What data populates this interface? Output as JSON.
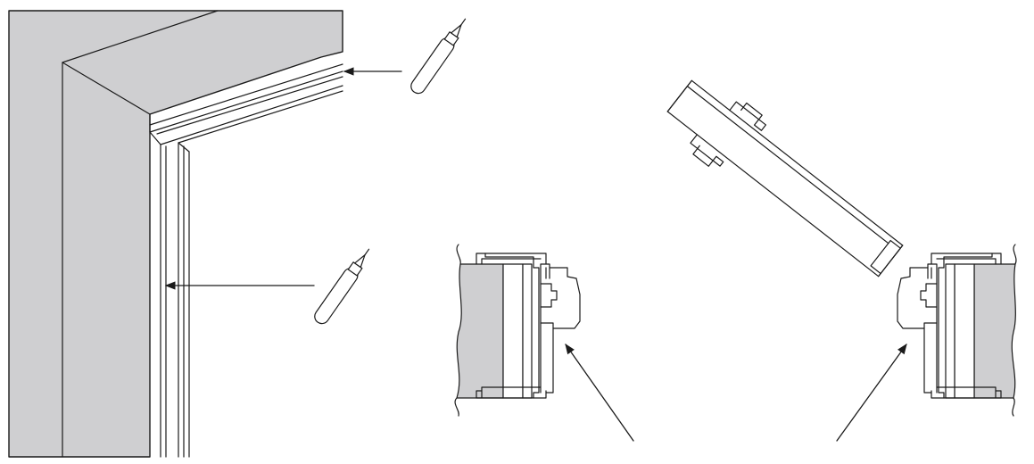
{
  "figure": {
    "title": "",
    "panels": [
      {
        "id": "frame-corner",
        "description_text": ""
      },
      {
        "id": "profile-section-left",
        "description_text": ""
      },
      {
        "id": "profile-section-right",
        "description_text": ""
      }
    ]
  },
  "colors": {
    "fill_gray": "#cfcfd1",
    "line": "#1a1a1a",
    "background": "#ffffff"
  },
  "icons": [
    "glue-tube-icon",
    "arrow-icon"
  ]
}
